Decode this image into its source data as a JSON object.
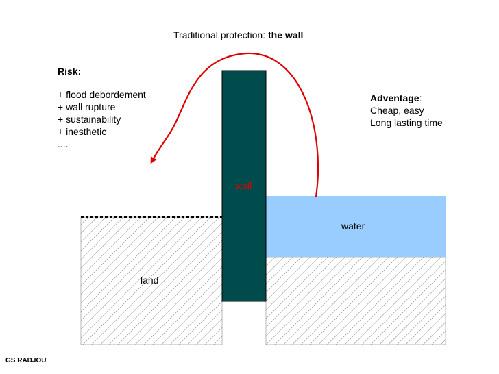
{
  "title": {
    "prefix": "Traditional protection: ",
    "emphasis": "the wall"
  },
  "risk": {
    "heading": "Risk:",
    "items": [
      "+ flood debordement",
      "+ wall rupture",
      "+ sustainability",
      "+ inesthetic",
      "...."
    ]
  },
  "advantage": {
    "heading": "Adventage",
    "heading_suffix": ":",
    "lines": [
      "Cheap, easy",
      "Long lasting time"
    ]
  },
  "labels": {
    "wall": "wall",
    "water": "water",
    "land": "land"
  },
  "credit": "GS RADJOU",
  "colors": {
    "wall_fill": "#004b4b",
    "water_fill": "#99ccff",
    "arrow": "#e00000",
    "wall_label": "#e00000",
    "hatch": "#555555"
  }
}
